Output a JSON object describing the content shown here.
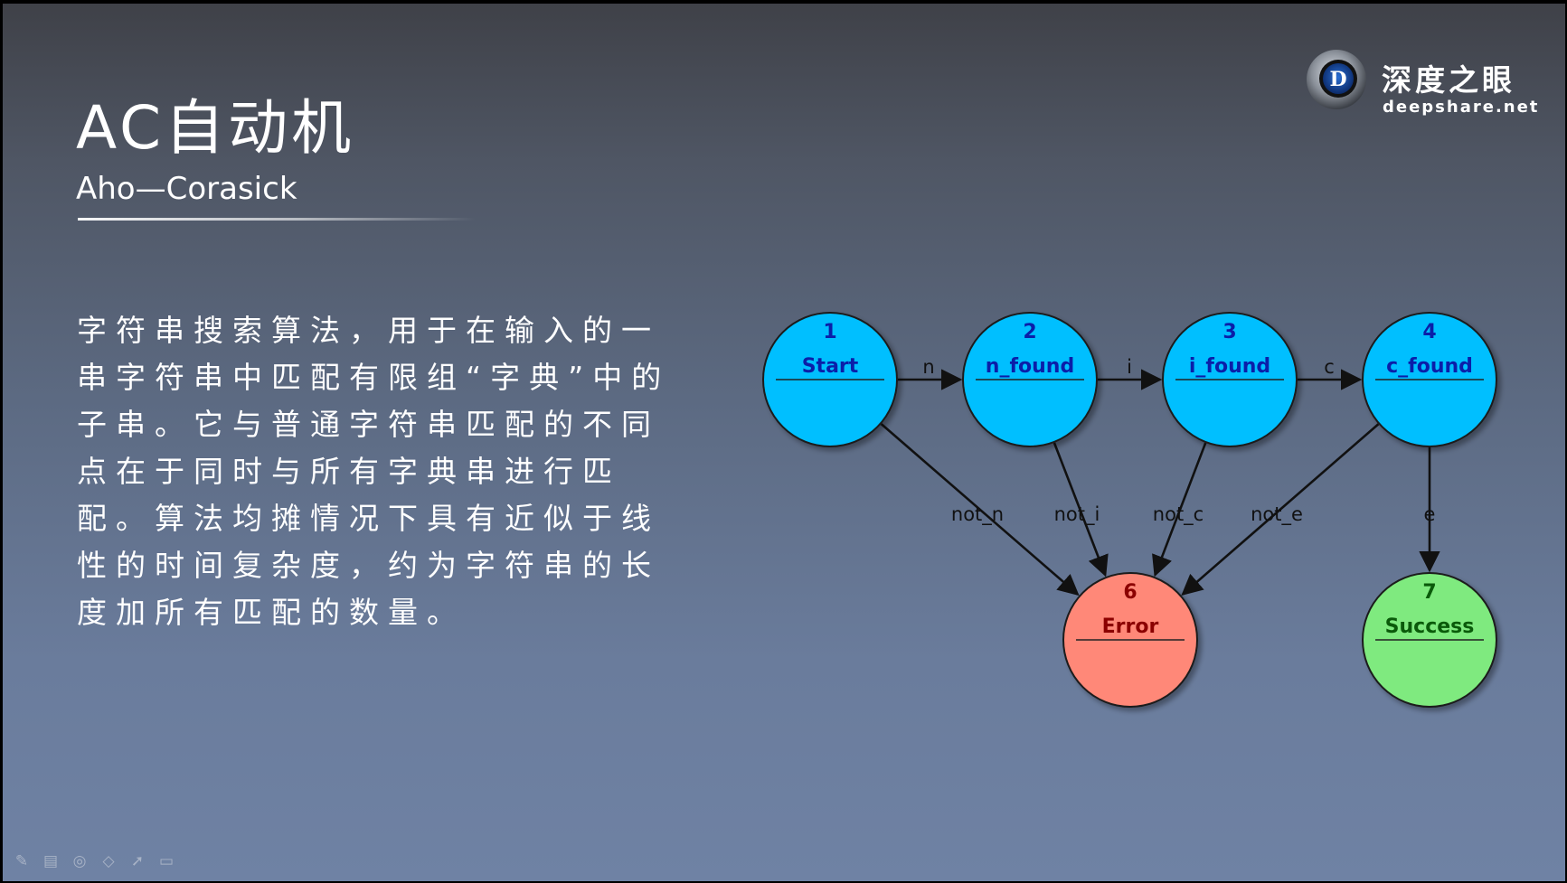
{
  "slide": {
    "title": "AC自动机",
    "subtitle": "Aho—Corasick",
    "body": "字符串搜索算法，用于在输入的一串字符串中匹配有限组“字典”中的子串。它与普通字符串匹配的不同点在于同时与所有字典串进行匹配。算法均摊情况下具有近似于线性的时间复杂度，约为字符串的长度加所有匹配的数量。"
  },
  "logo": {
    "name": "深度之眼",
    "url": "deepshare.net",
    "icon": "eye-logo-icon"
  },
  "diagram": {
    "nodes": [
      {
        "id": "1",
        "label": "Start",
        "color": "#00bfff",
        "text_color": "#0b1ea8"
      },
      {
        "id": "2",
        "label": "n_found",
        "color": "#00bfff",
        "text_color": "#0b1ea8"
      },
      {
        "id": "3",
        "label": "i_found",
        "color": "#00bfff",
        "text_color": "#0b1ea8"
      },
      {
        "id": "4",
        "label": "c_found",
        "color": "#00bfff",
        "text_color": "#0b1ea8"
      },
      {
        "id": "6",
        "label": "Error",
        "color": "#ff8878",
        "text_color": "#8b0000"
      },
      {
        "id": "7",
        "label": "Success",
        "color": "#7fea7f",
        "text_color": "#0a5a0a"
      }
    ],
    "edges": [
      {
        "from": "1",
        "to": "2",
        "label": "n"
      },
      {
        "from": "2",
        "to": "3",
        "label": "i"
      },
      {
        "from": "3",
        "to": "4",
        "label": "c"
      },
      {
        "from": "1",
        "to": "6",
        "label": "not_n"
      },
      {
        "from": "2",
        "to": "6",
        "label": "not_i"
      },
      {
        "from": "3",
        "to": "6",
        "label": "not_c"
      },
      {
        "from": "4",
        "to": "6",
        "label": "not_e"
      },
      {
        "from": "4",
        "to": "7",
        "label": "e"
      }
    ]
  },
  "toolbar": {
    "icons": [
      "pencil-icon",
      "slides-icon",
      "palette-icon",
      "eraser-icon",
      "pointer-icon",
      "video-icon"
    ],
    "glyphs": [
      "✎",
      "▤",
      "◎",
      "◇",
      "➚",
      "▭"
    ]
  }
}
